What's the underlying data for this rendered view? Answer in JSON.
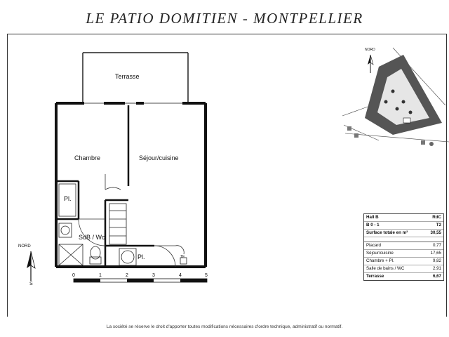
{
  "title": "LE PATIO DOMITIEN - MONTPELLIER",
  "rooms": {
    "terrasse": "Terrasse",
    "chambre": "Chambre",
    "sejour": "Séjour/cuisine",
    "pl1": "Pl.",
    "sdb": "SdB / Wc",
    "pl2": "Pl.",
    "te": "TE"
  },
  "north_label": "NORD",
  "south_label": "S",
  "map_north_label": "NORD",
  "scale": [
    "0",
    "1",
    "2",
    "3",
    "4",
    "5"
  ],
  "table": {
    "hall": "Hall B",
    "level": "RdC",
    "lot": "B 0 - 1",
    "type": "T2",
    "surface_label": "Surface totale en m²",
    "surface_value": "30,55",
    "rows": [
      {
        "label": "Placard",
        "value": "0,77"
      },
      {
        "label": "Séjour/cuisine",
        "value": "17,65"
      },
      {
        "label": "Chambre + Pl.",
        "value": "9,82"
      },
      {
        "label": "Salle de bains / WC",
        "value": "2,91"
      }
    ],
    "terrasse_label": "Terrasse",
    "terrasse_value": "6,67"
  },
  "footer": "La société se réserve le droit d'apporter toutes modifications nécessaires d'ordre technique, administratif ou normatif."
}
